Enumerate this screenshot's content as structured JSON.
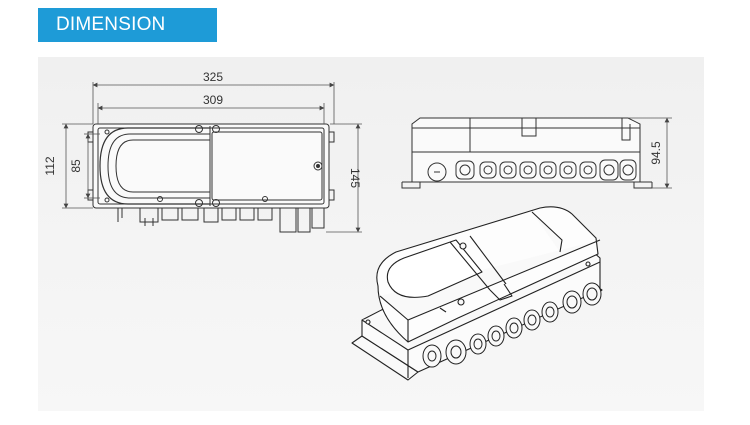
{
  "header": {
    "title": "DIMENSION"
  },
  "drawing": {
    "top_view": {
      "overall_width": "325",
      "inner_width": "309",
      "overall_height": "145",
      "height_a": "112",
      "height_b": "85"
    },
    "side_view": {
      "height": "94.5"
    }
  },
  "colors": {
    "header_bg": "#1e9bd7",
    "header_text": "#ffffff",
    "panel_bg": "#f1f1f1",
    "line": "#333333"
  }
}
